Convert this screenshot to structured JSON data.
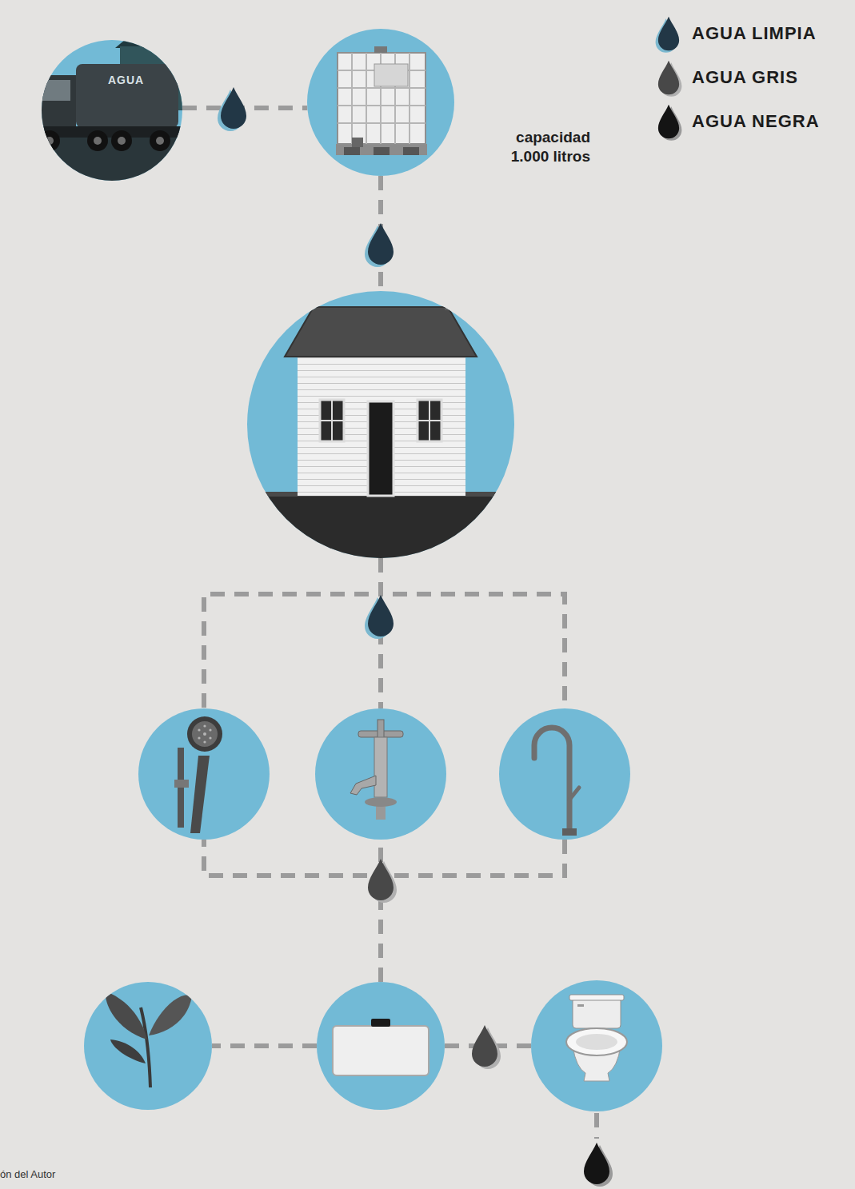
{
  "diagram": {
    "nodes": [
      {
        "text": [
          "AGUA"
        ]
      },
      {
        "text": [
          "capacidad 1.000 litros"
        ]
      },
      {
        "text": []
      },
      {
        "text": []
      },
      {
        "text": []
      },
      {
        "text": []
      },
      {
        "text": []
      },
      {
        "text": []
      },
      {
        "text": []
      }
    ],
    "edges": [
      {
        "from": 0,
        "to": 1,
        "arrow": "none"
      },
      {
        "from": 1,
        "to": 2,
        "arrow": "none"
      },
      {
        "from": 2,
        "to": 3,
        "arrow": "none"
      },
      {
        "from": 2,
        "to": 4,
        "arrow": "none"
      },
      {
        "from": 2,
        "to": 5,
        "arrow": "none"
      },
      {
        "from": 3,
        "to": 7,
        "arrow": "none"
      },
      {
        "from": 4,
        "to": 7,
        "arrow": "none"
      },
      {
        "from": 5,
        "to": 7,
        "arrow": "none"
      },
      {
        "from": 7,
        "to": 6,
        "arrow": "none"
      },
      {
        "from": 7,
        "to": 8,
        "arrow": "none"
      }
    ],
    "labels": [
      "ón del Autor"
    ],
    "legend": [
      {
        "text": "AGUA LIMPIA"
      },
      {
        "text": "AGUA GRIS"
      },
      {
        "text": "AGUA NEGRA"
      }
    ]
  }
}
